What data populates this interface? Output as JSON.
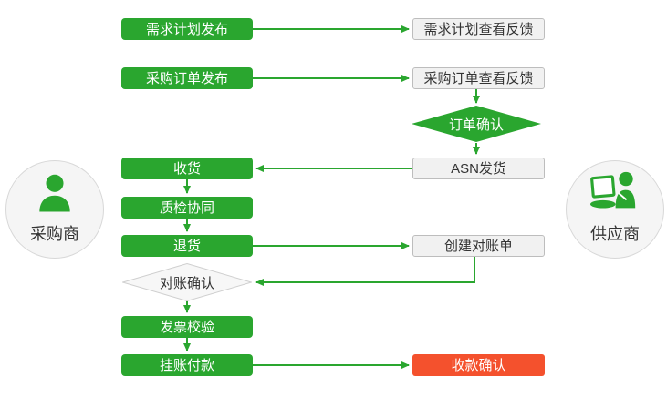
{
  "colors": {
    "green": "#2aa62f",
    "red": "#f4512d",
    "node_gray_bg": "#f1f1f1",
    "node_gray_border": "#bdbdbd",
    "diamond_gray_bg": "#f7f7f7",
    "diamond_gray_border": "#cfcfcf",
    "circle_bg": "#f5f5f5",
    "circle_border": "#d8d8d8",
    "text_dark": "#333333",
    "text_white": "#ffffff"
  },
  "actors": {
    "buyer": {
      "label": "采购商",
      "icon": "person-icon"
    },
    "supplier": {
      "label": "供应商",
      "icon": "person-with-laptop-icon"
    }
  },
  "buyer_flow": {
    "demand_plan_release": "需求计划发布",
    "purchase_order_release": "采购订单发布",
    "receive_goods": "收货",
    "quality_inspection": "质检协同",
    "return_goods": "退货",
    "reconciliation_confirm": "对账确认",
    "invoice_verification": "发票校验",
    "payment_on_account": "挂账付款"
  },
  "supplier_flow": {
    "demand_plan_feedback": "需求计划查看反馈",
    "purchase_order_feedback": "采购订单查看反馈",
    "order_confirm": "订单确认",
    "asn_shipping": "ASN发货",
    "create_statement": "创建对账单",
    "payment_receipt_confirm": "收款确认"
  }
}
